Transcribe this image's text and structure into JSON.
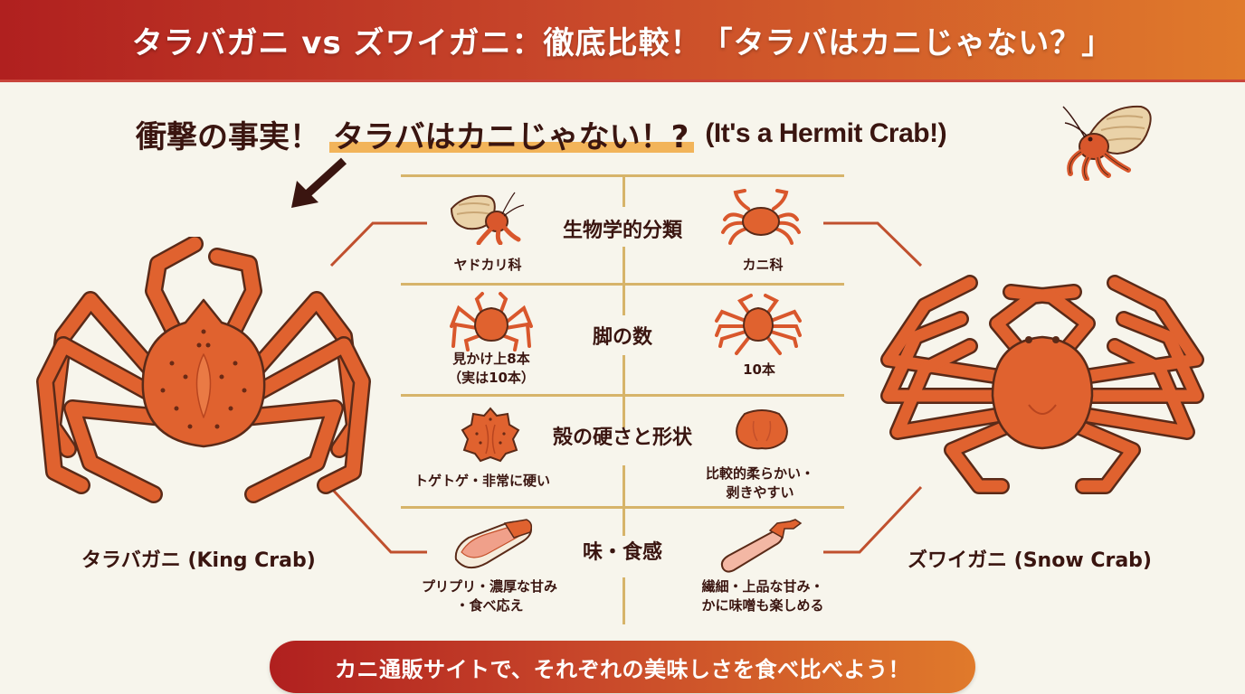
{
  "header": {
    "title": "タラバガニ vs ズワイガニ：徹底比較！「タラバはカニじゃない？」"
  },
  "headline": {
    "prefix": "衝撃の事実！",
    "highlight": "タラバはカニじゃない！?",
    "english": "(It's a Hermit Crab!)"
  },
  "left_crab": {
    "name": "タラバガニ (King Crab)",
    "icon": "king-crab-illustration"
  },
  "right_crab": {
    "name": "ズワイガニ (Snow Crab)",
    "icon": "snow-crab-illustration"
  },
  "comparison": {
    "rows": [
      {
        "category": "生物学的分類",
        "left": {
          "label": "ヤドカリ科",
          "icon": "hermit-crab-icon"
        },
        "right": {
          "label": "カニ科",
          "icon": "crab-icon"
        }
      },
      {
        "category": "脚の数",
        "left": {
          "label_line1": "見かけ上8本",
          "label_line2": "（実は10本）",
          "icon": "eight-leg-crab-icon"
        },
        "right": {
          "label": "10本",
          "icon": "ten-leg-crab-icon"
        }
      },
      {
        "category": "殻の硬さと形状",
        "left": {
          "label": "トゲトゲ・非常に硬い",
          "icon": "spiky-shell-icon"
        },
        "right": {
          "label_line1": "比較的柔らかい・",
          "label_line2": "剥きやすい",
          "icon": "smooth-shell-icon"
        }
      },
      {
        "category": "味・食感",
        "left": {
          "label_line1": "プリプリ・濃厚な甘み",
          "label_line2": "・食べ応え",
          "icon": "king-crab-meat-icon"
        },
        "right": {
          "label_line1": "繊細・上品な甘み・",
          "label_line2": "かに味噌も楽しめる",
          "icon": "snow-crab-leg-icon"
        }
      }
    ]
  },
  "cta": {
    "label": "カニ通販サイトで、それぞれの美味しさを食べ比べよう！"
  },
  "colors": {
    "banner_start": "#b0201f",
    "banner_end": "#e07a2b",
    "background": "#f7f5ec",
    "text_dark": "#3a1510",
    "highlight": "#f2b45a",
    "table_line": "#d7b46a",
    "connector": "#c0502e",
    "crab_orange": "#e0622f"
  }
}
